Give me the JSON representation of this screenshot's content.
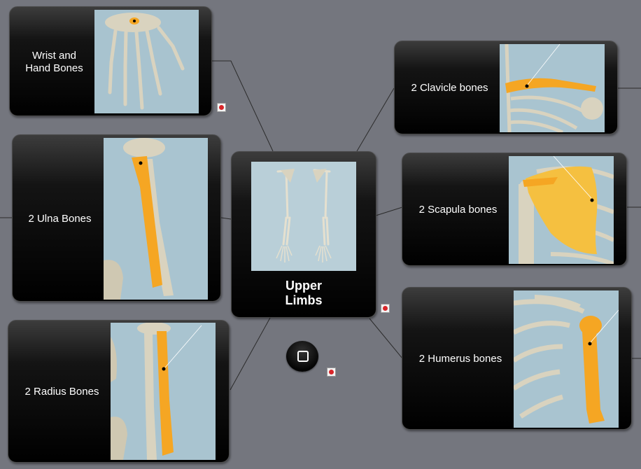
{
  "center": {
    "title": "Upper\nLimbs",
    "image": "upper-limbs-skeleton"
  },
  "nodes": {
    "wrist_hand": {
      "label": "Wrist and\nHand Bones",
      "image": "hand-bones"
    },
    "ulna": {
      "label": "2 Ulna Bones",
      "image": "ulna-bone"
    },
    "radius": {
      "label": "2 Radius Bones",
      "image": "radius-bone"
    },
    "clavicle": {
      "label": "2 Clavicle bones",
      "image": "clavicle-bone"
    },
    "scapula": {
      "label": "2 Scapula bones",
      "image": "scapula-bone"
    },
    "humerus": {
      "label": "2 Humerus bones",
      "image": "humerus-bone"
    }
  },
  "icons": {
    "attachment": "pdf-attachment-icon",
    "home": "home-square-icon"
  },
  "colors": {
    "background": "#74767e",
    "node_fill": "#000000",
    "highlight_bone": "#f5a623",
    "bone": "#d9d3bf",
    "photo_bg": "#a9c4d0"
  }
}
